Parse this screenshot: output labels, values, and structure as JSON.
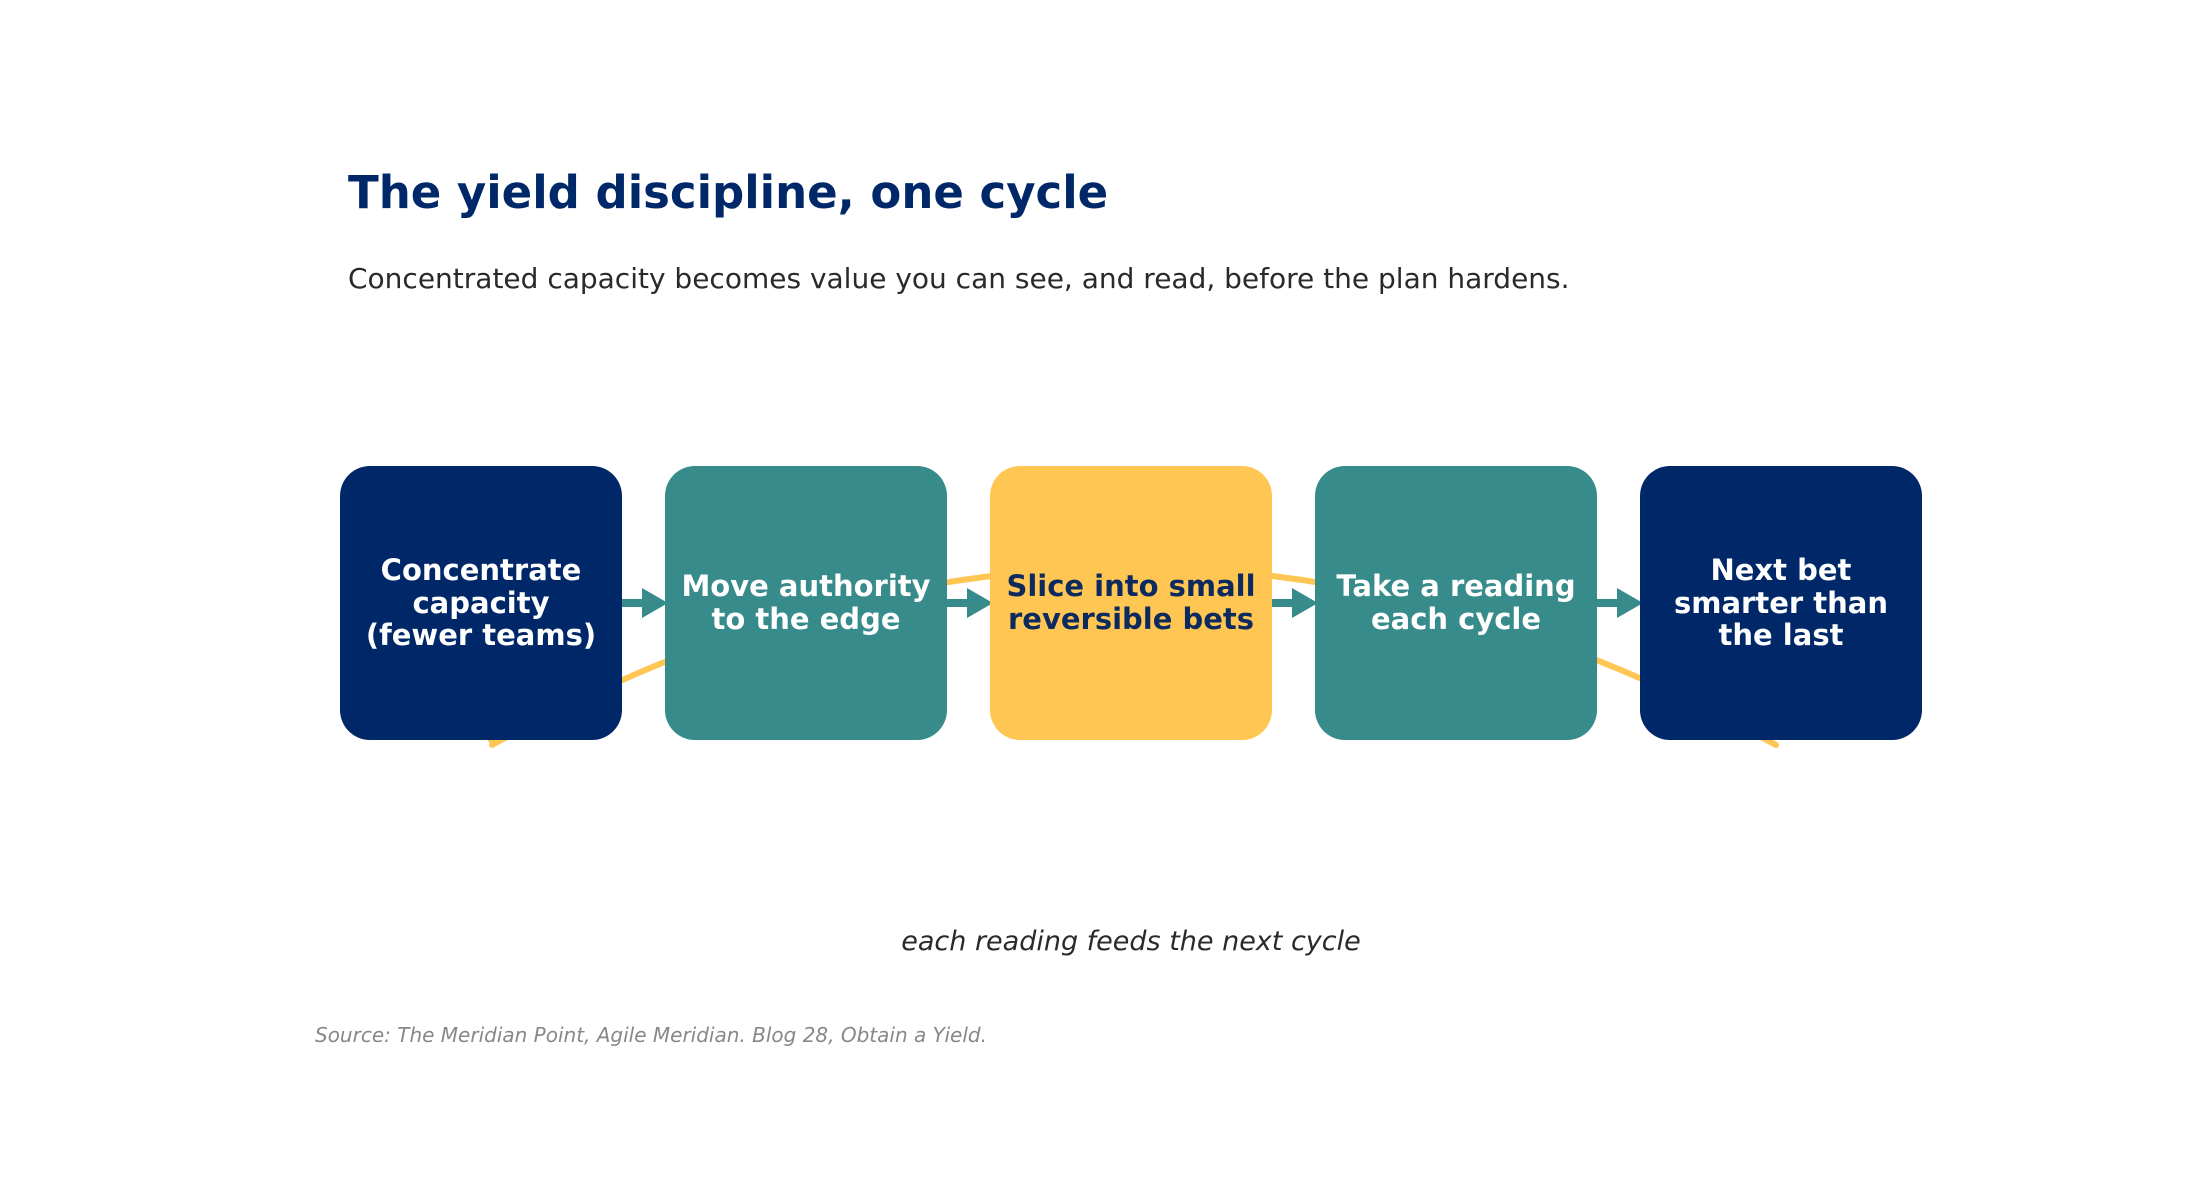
{
  "header": {
    "title": "The yield discipline, one cycle",
    "subtitle": "Concentrated capacity becomes value you can see, and read, before the plan hardens."
  },
  "steps": [
    {
      "label": "Concentrate\ncapacity\n(fewer teams)",
      "fill": "#002868",
      "text_color": "#ffffff"
    },
    {
      "label": "Move authority\nto the edge",
      "fill": "#378b8a",
      "text_color": "#ffffff"
    },
    {
      "label": "Slice into small\nreversible bets",
      "fill": "#ffc654",
      "text_color": "#0d2a5e"
    },
    {
      "label": "Take a reading\neach cycle",
      "fill": "#378b8a",
      "text_color": "#ffffff"
    },
    {
      "label": "Next bet\nsmarter than\nthe last",
      "fill": "#002868",
      "text_color": "#ffffff"
    }
  ],
  "feedback": {
    "label": "each reading feeds the next cycle",
    "color": "#ffc654"
  },
  "connector_color": "#378b8a",
  "footer": {
    "source": "Source: The Meridian Point, Agile Meridian. Blog 28, Obtain a Yield."
  }
}
